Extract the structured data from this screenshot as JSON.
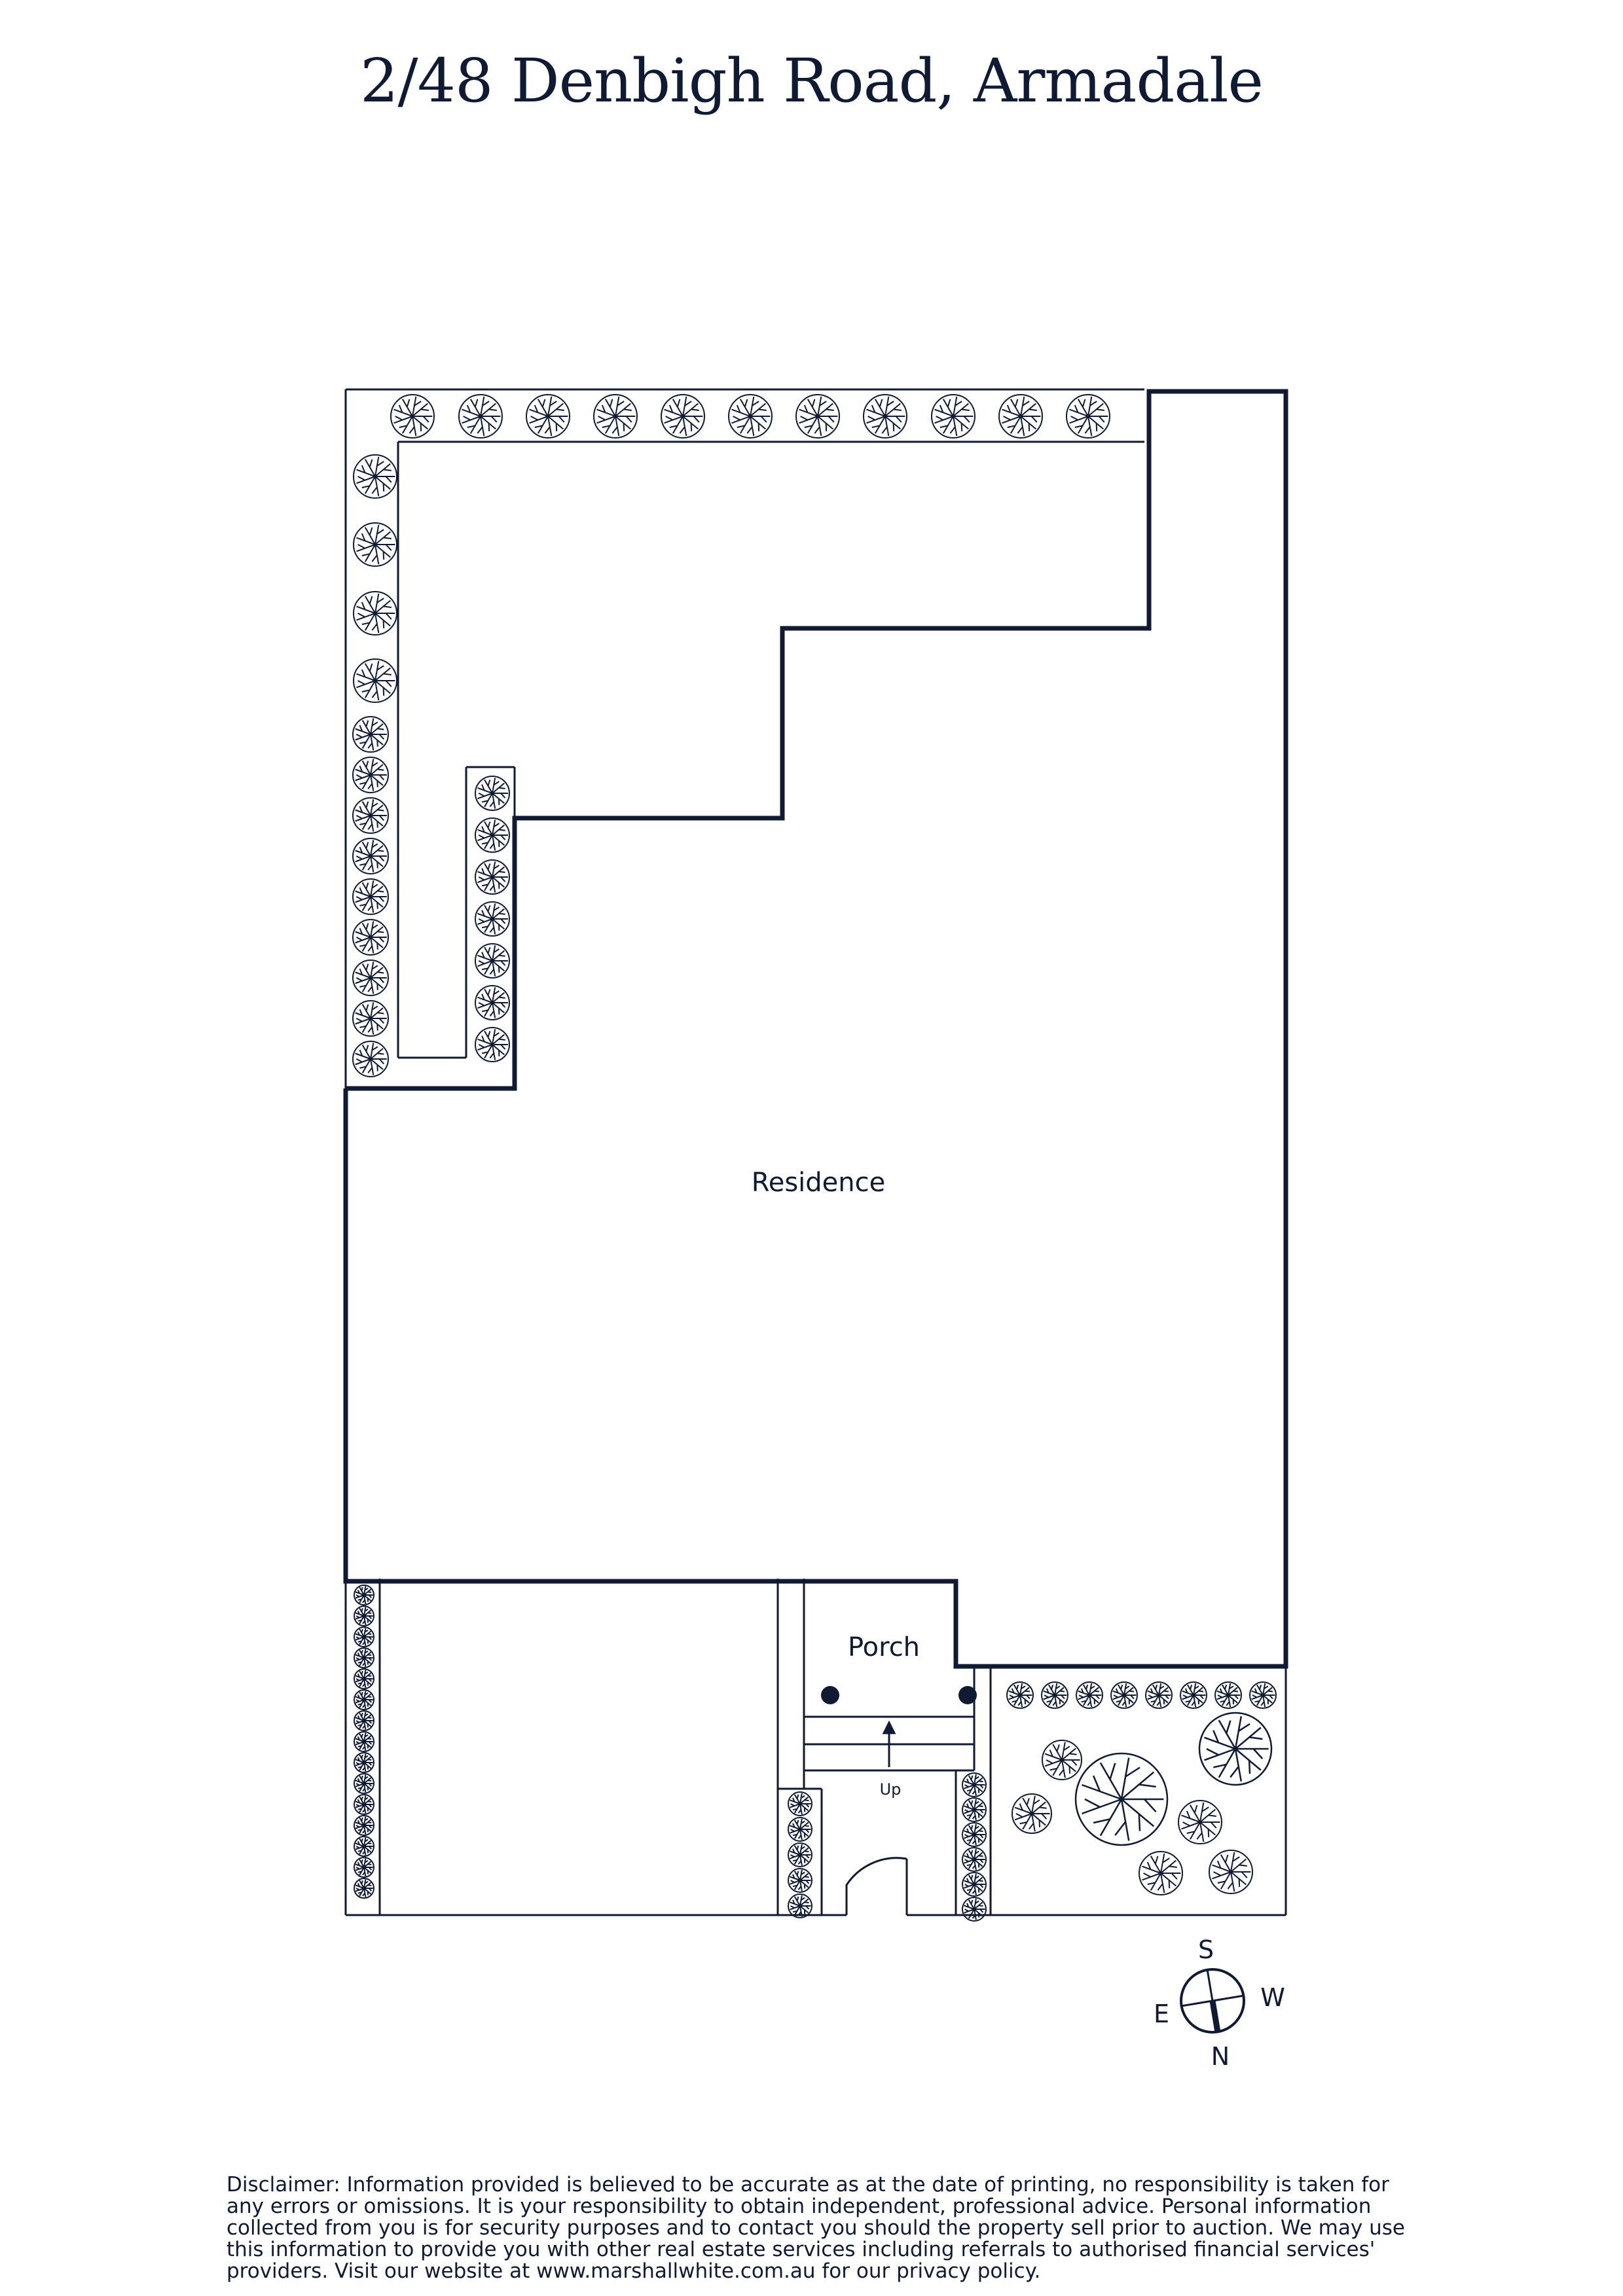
{
  "title": "2/48 Denbigh Road, Armadale",
  "plan": {
    "rooms": {
      "residence": "Residence",
      "porch": "Porch"
    },
    "stair_label": "Up",
    "line_color": "#101a33"
  },
  "compass": {
    "north": "N",
    "south": "S",
    "east": "E",
    "west": "W"
  },
  "disclaimer": "Disclaimer: Information provided is believed to be accurate as at the date of printing, no responsibility is taken for any errors or omissions. It is your responsibility to obtain independent, professional advice. Personal information collected from you is for security purposes and to contact you should the property sell prior to auction. We may use this information to provide you with other real estate services including referrals to authorised financial services' providers. Visit our website at www.marshallwhite.com.au for our privacy policy."
}
